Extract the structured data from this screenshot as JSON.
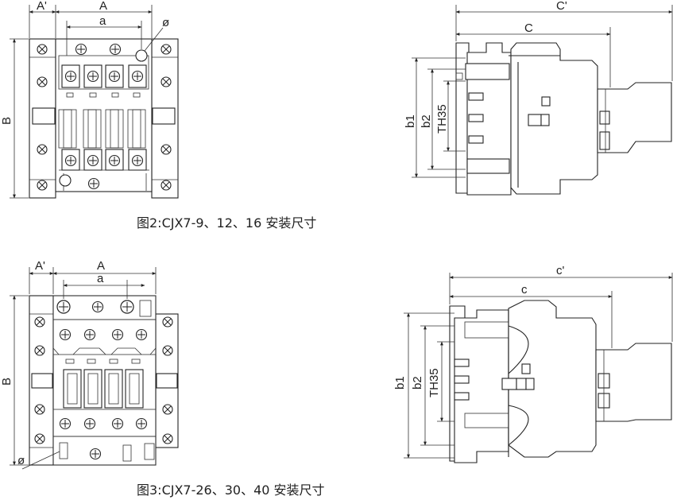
{
  "figure2": {
    "caption": "图2:CJX7-9、12、16 安装尺寸",
    "front": {
      "A_prime": "A'",
      "A": "A",
      "a": "a",
      "phi": "ø",
      "B": "B"
    },
    "side": {
      "C_prime": "C'",
      "C": "C",
      "b1": "b1",
      "b2": "b2",
      "th35": "TH35"
    }
  },
  "figure3": {
    "caption": "图3:CJX7-26、30、40 安装尺寸",
    "front": {
      "A_prime": "A'",
      "A": "A",
      "a": "a",
      "phi": "ø",
      "B": "B"
    },
    "side": {
      "C_prime": "c'",
      "C": "c",
      "b1": "b1",
      "b2": "b2",
      "th35": "TH35"
    }
  }
}
